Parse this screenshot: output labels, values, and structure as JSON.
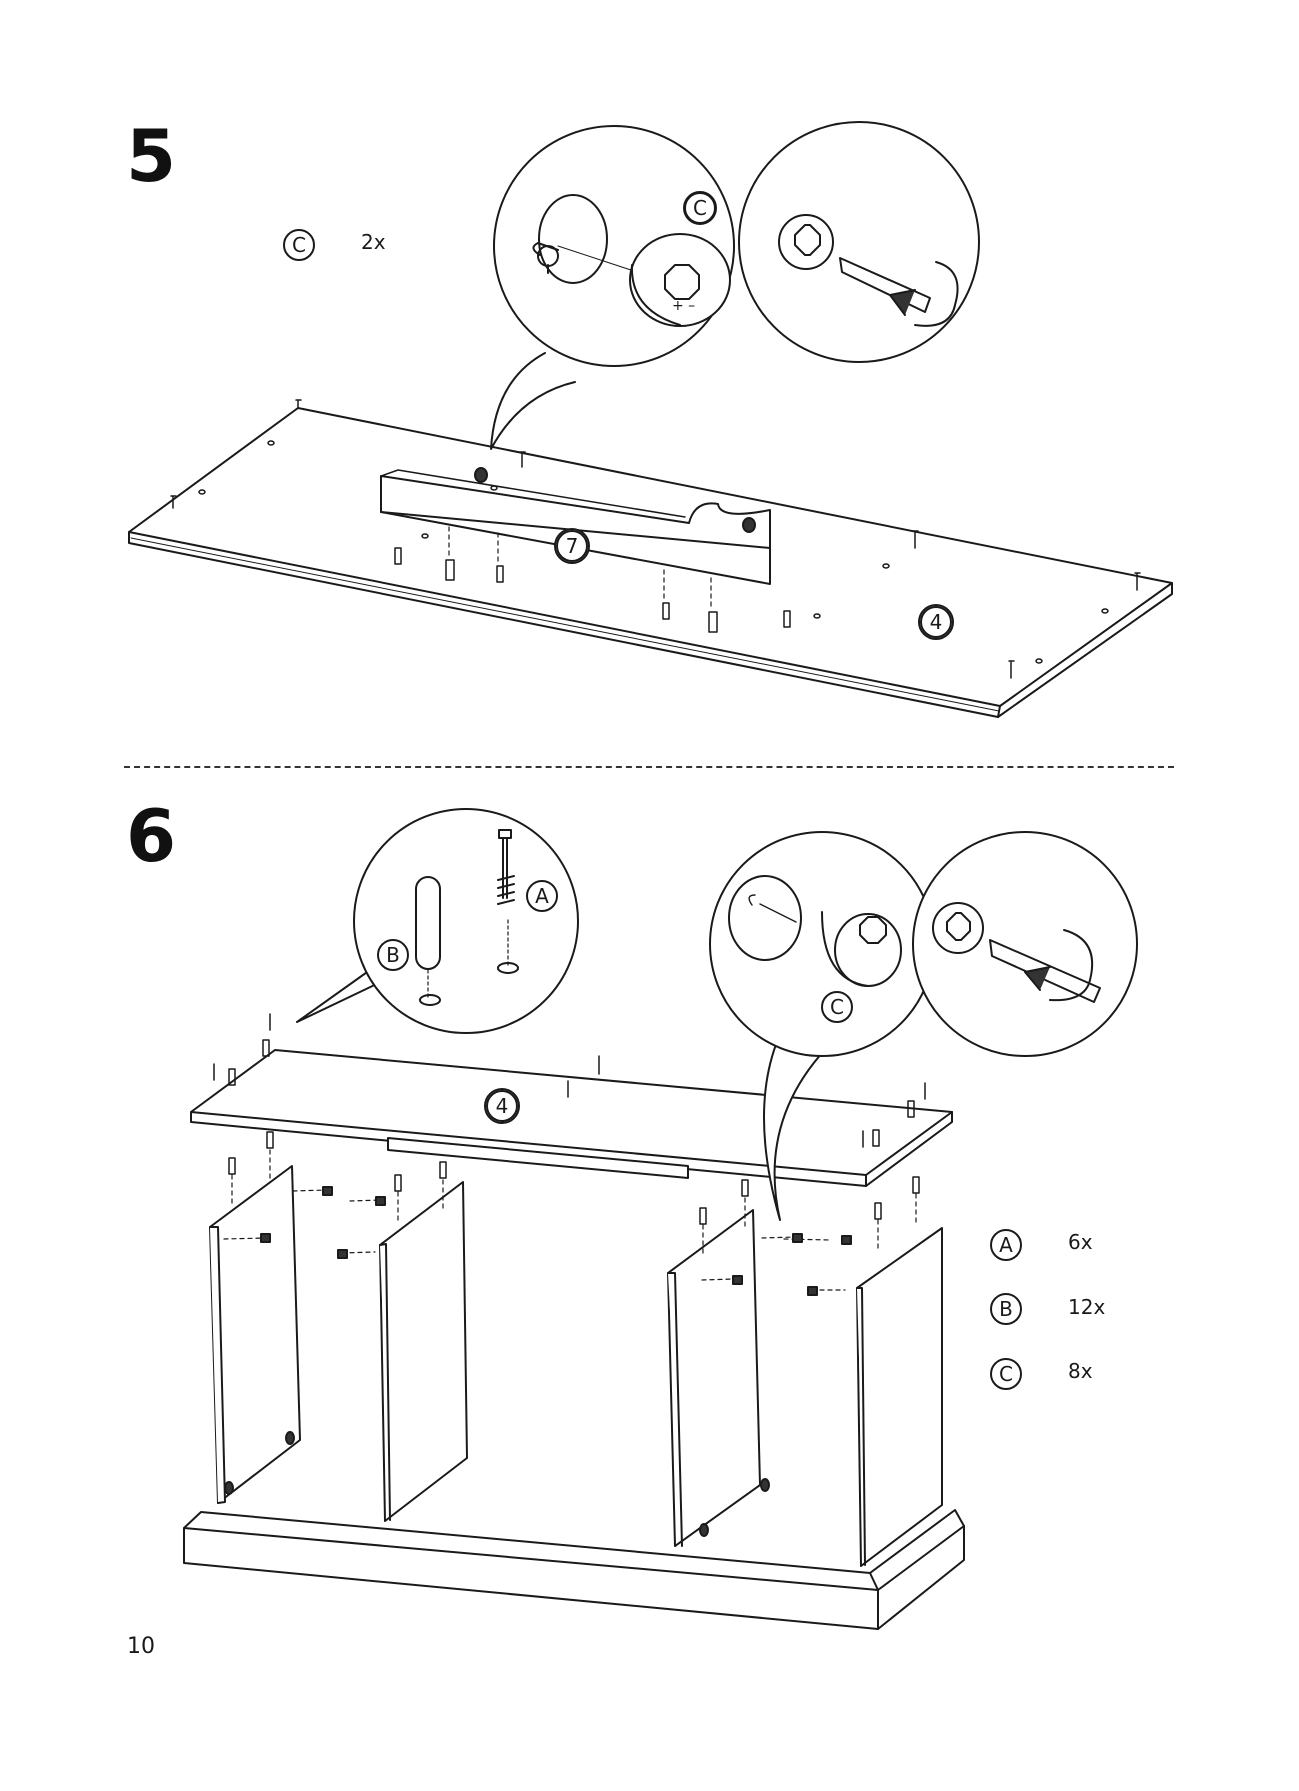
{
  "page": {
    "number": "10"
  },
  "step5": {
    "number": "5",
    "parts": [
      {
        "label": "C",
        "qty": "2x"
      }
    ],
    "callouts": {
      "cam_label": "C",
      "board_label": "4",
      "rail_label": "7"
    }
  },
  "step6": {
    "number": "6",
    "parts": [
      {
        "label": "A",
        "qty": "6x"
      },
      {
        "label": "B",
        "qty": "12x"
      },
      {
        "label": "C",
        "qty": "8x"
      }
    ],
    "callouts": {
      "screw_label": "A",
      "dowel_label": "B",
      "cam_label": "C",
      "board_label": "4"
    }
  }
}
